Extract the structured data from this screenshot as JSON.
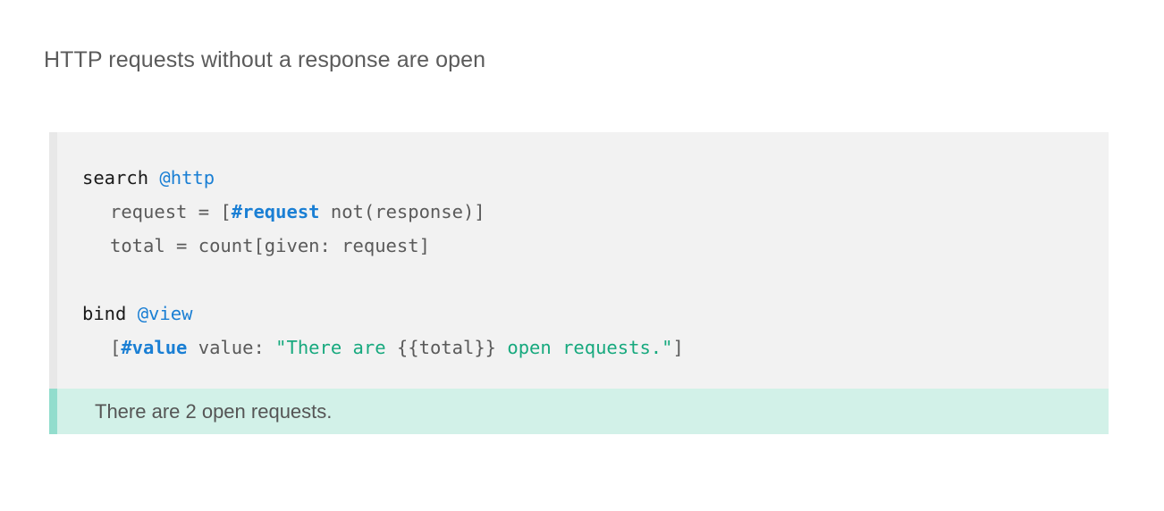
{
  "page": {
    "title": "HTTP requests without a response are open",
    "background": "#ffffff"
  },
  "colors": {
    "title_text": "#5b5b5b",
    "code_background": "#f2f2f2",
    "code_gutter": "#e8e8e8",
    "code_default_text": "#5a5a5a",
    "keyword": "#1a1a1a",
    "at_reference": "#1a7fd4",
    "tag": "#1a7fd4",
    "string": "#17a97e",
    "result_background": "#d2f1e8",
    "result_accent": "#92ddcd",
    "result_text": "#555555"
  },
  "code_block": {
    "language": "eve",
    "lines": [
      {
        "indent": 0,
        "tokens": [
          {
            "type": "keyword",
            "text": "search "
          },
          {
            "type": "at_reference",
            "text": "@http"
          }
        ]
      },
      {
        "indent": 1,
        "tokens": [
          {
            "type": "plain",
            "text": "request = ["
          },
          {
            "type": "tag",
            "text": "#request"
          },
          {
            "type": "plain",
            "text": " not(response)]"
          }
        ]
      },
      {
        "indent": 1,
        "tokens": [
          {
            "type": "plain",
            "text": "total = count[given: request]"
          }
        ]
      },
      {
        "indent": 0,
        "blank": true,
        "tokens": []
      },
      {
        "indent": 0,
        "tokens": [
          {
            "type": "keyword",
            "text": "bind "
          },
          {
            "type": "at_reference",
            "text": "@view"
          }
        ]
      },
      {
        "indent": 1,
        "tokens": [
          {
            "type": "plain",
            "text": "["
          },
          {
            "type": "tag",
            "text": "#value"
          },
          {
            "type": "plain",
            "text": " value: "
          },
          {
            "type": "string",
            "text": "\"There are "
          },
          {
            "type": "interp",
            "text": "{{total}}"
          },
          {
            "type": "string",
            "text": " open requests.\""
          },
          {
            "type": "plain",
            "text": "]"
          }
        ]
      }
    ]
  },
  "result": {
    "text": "There are 2 open requests.",
    "value": 2
  }
}
